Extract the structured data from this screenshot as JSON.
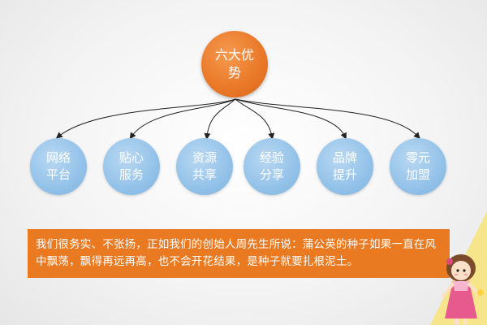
{
  "diagram": {
    "root_label": "六大优势",
    "branches": [
      {
        "label": "网络平台"
      },
      {
        "label": "贴心服务"
      },
      {
        "label": "资源共享"
      },
      {
        "label": "经验分享"
      },
      {
        "label": "品牌提升"
      },
      {
        "label": "零元加盟"
      }
    ]
  },
  "quote": {
    "text": "我们很务实、不张扬，正如我们的创始人周先生所说：蒲公英的种子如果一直在风中飘荡，飘得再远再高，也不会开花结果，是种子就要扎根泥土。"
  },
  "colors": {
    "root": "#ea7a2a",
    "leaf": "#93c2e9",
    "quote_bg": "#ea7a22",
    "connector": "#222222"
  }
}
